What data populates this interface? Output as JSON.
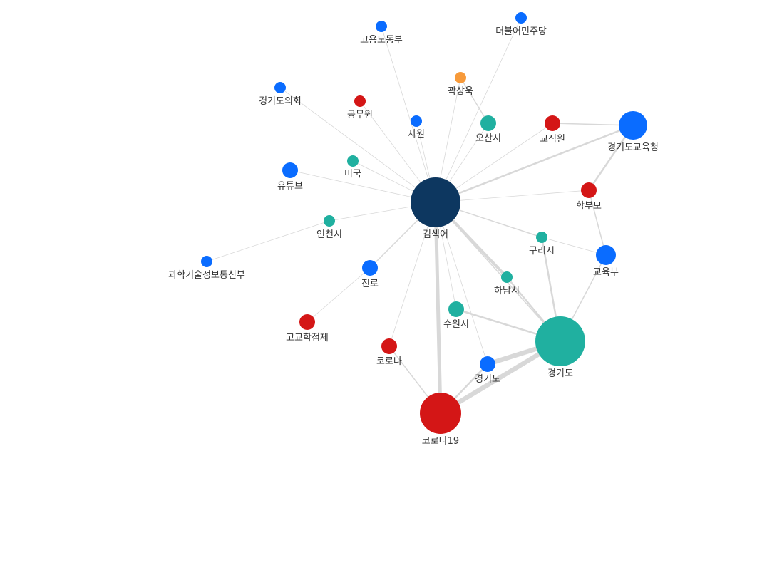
{
  "colors": {
    "center": "#0d3760",
    "blue": "#0a6cff",
    "teal": "#20b0a0",
    "red": "#d41616",
    "orange": "#f79a3a",
    "edge": "#d8d8d8"
  },
  "nodes": [
    {
      "id": "n0",
      "label": "검색어",
      "color": "center"
    },
    {
      "id": "n1",
      "label": "고용노동부",
      "color": "blue"
    },
    {
      "id": "n2",
      "label": "더불어민주당",
      "color": "blue"
    },
    {
      "id": "n3",
      "label": "곽상욱",
      "color": "orange"
    },
    {
      "id": "n4",
      "label": "경기도의회",
      "color": "blue"
    },
    {
      "id": "n5",
      "label": "공무원",
      "color": "red"
    },
    {
      "id": "n6",
      "label": "자원",
      "color": "blue"
    },
    {
      "id": "n7",
      "label": "오산시",
      "color": "teal"
    },
    {
      "id": "n8",
      "label": "교직원",
      "color": "red"
    },
    {
      "id": "n9",
      "label": "경기도교육청",
      "color": "blue"
    },
    {
      "id": "n10",
      "label": "미국",
      "color": "teal"
    },
    {
      "id": "n11",
      "label": "유튜브",
      "color": "blue"
    },
    {
      "id": "n12",
      "label": "학부모",
      "color": "red"
    },
    {
      "id": "n13",
      "label": "인천시",
      "color": "teal"
    },
    {
      "id": "n14",
      "label": "구리시",
      "color": "teal"
    },
    {
      "id": "n15",
      "label": "교육부",
      "color": "blue"
    },
    {
      "id": "n16",
      "label": "과학기술정보통신부",
      "color": "blue"
    },
    {
      "id": "n17",
      "label": "진로",
      "color": "blue"
    },
    {
      "id": "n18",
      "label": "하남시",
      "color": "teal"
    },
    {
      "id": "n19",
      "label": "수원시",
      "color": "teal"
    },
    {
      "id": "n20",
      "label": "고교학점제",
      "color": "red"
    },
    {
      "id": "n21",
      "label": "코로나",
      "color": "red"
    },
    {
      "id": "n22",
      "label": "경기도",
      "color": "teal"
    },
    {
      "id": "n23",
      "label": "경기도",
      "color": "blue"
    },
    {
      "id": "n24",
      "label": "코로나19",
      "color": "red"
    }
  ],
  "edges": [
    {
      "source": "n0",
      "target": "n1",
      "weight": 1
    },
    {
      "source": "n0",
      "target": "n2",
      "weight": 1
    },
    {
      "source": "n0",
      "target": "n3",
      "weight": 1
    },
    {
      "source": "n0",
      "target": "n4",
      "weight": 1
    },
    {
      "source": "n0",
      "target": "n5",
      "weight": 1
    },
    {
      "source": "n0",
      "target": "n6",
      "weight": 1
    },
    {
      "source": "n0",
      "target": "n7",
      "weight": 1
    },
    {
      "source": "n0",
      "target": "n8",
      "weight": 1
    },
    {
      "source": "n0",
      "target": "n9",
      "weight": 3
    },
    {
      "source": "n0",
      "target": "n10",
      "weight": 1
    },
    {
      "source": "n0",
      "target": "n11",
      "weight": 1
    },
    {
      "source": "n0",
      "target": "n12",
      "weight": 1
    },
    {
      "source": "n0",
      "target": "n13",
      "weight": 1
    },
    {
      "source": "n0",
      "target": "n14",
      "weight": 2
    },
    {
      "source": "n0",
      "target": "n17",
      "weight": 2
    },
    {
      "source": "n0",
      "target": "n18",
      "weight": 4
    },
    {
      "source": "n0",
      "target": "n19",
      "weight": 1
    },
    {
      "source": "n0",
      "target": "n21",
      "weight": 1
    },
    {
      "source": "n0",
      "target": "n22",
      "weight": 2
    },
    {
      "source": "n0",
      "target": "n23",
      "weight": 1
    },
    {
      "source": "n0",
      "target": "n24",
      "weight": 5
    },
    {
      "source": "n3",
      "target": "n7",
      "weight": 2
    },
    {
      "source": "n8",
      "target": "n9",
      "weight": 2
    },
    {
      "source": "n9",
      "target": "n12",
      "weight": 3
    },
    {
      "source": "n12",
      "target": "n15",
      "weight": 2
    },
    {
      "source": "n14",
      "target": "n15",
      "weight": 1
    },
    {
      "source": "n14",
      "target": "n22",
      "weight": 3
    },
    {
      "source": "n15",
      "target": "n22",
      "weight": 2
    },
    {
      "source": "n13",
      "target": "n16",
      "weight": 1
    },
    {
      "source": "n17",
      "target": "n20",
      "weight": 1
    },
    {
      "source": "n18",
      "target": "n22",
      "weight": 3
    },
    {
      "source": "n19",
      "target": "n22",
      "weight": 3
    },
    {
      "source": "n21",
      "target": "n24",
      "weight": 2
    },
    {
      "source": "n23",
      "target": "n22",
      "weight": 6
    },
    {
      "source": "n24",
      "target": "n22",
      "weight": 6
    },
    {
      "source": "n24",
      "target": "n23",
      "weight": 3
    }
  ]
}
